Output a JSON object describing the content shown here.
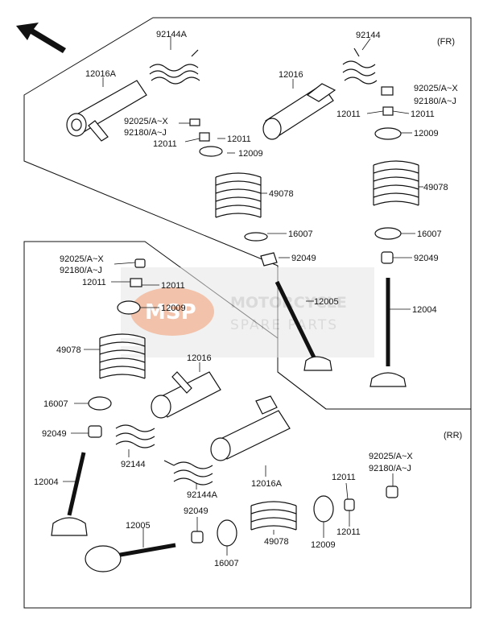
{
  "header": {
    "direction_arrow_icon": "front-direction-arrow-icon",
    "front_label": "(FR)",
    "rear_label": "(RR)"
  },
  "watermark": {
    "logo_text": "MSP",
    "line1": "MOTORCYCLE",
    "line2": "SPARE PARTS",
    "color": "#e8743b"
  },
  "labels": {
    "fr_92144A": "92144A",
    "fr_12016A": "12016A",
    "fr_92025_left": "92025/A~X",
    "fr_92180_left": "92180/A~J",
    "fr_12011_left_a": "12011",
    "fr_12011_left_b": "12011",
    "fr_12009_left": "12009",
    "fr_49078_left": "49078",
    "fr_16007_left": "16007",
    "fr_92049_left": "92049",
    "fr_12005": "12005",
    "fr_92144": "92144",
    "fr_12016": "12016",
    "fr_92025_right": "92025/A~X",
    "fr_92180_right": "92180/A~J",
    "fr_12011_right_a": "12011",
    "fr_12011_right_b": "12011",
    "fr_12009_right": "12009",
    "fr_49078_right": "49078",
    "fr_16007_right": "16007",
    "fr_92049_right": "92049",
    "fr_12004": "12004",
    "rr_92025": "92025/A~X",
    "rr_92180": "92180/A~J",
    "rr_12011_a": "12011",
    "rr_12011_b": "12011",
    "rr_12009": "12009",
    "rr_49078": "49078",
    "rr_12016": "12016",
    "rr_16007": "16007",
    "rr_92049": "92049",
    "rr_92144": "92144",
    "rr_12004": "12004",
    "rr_92144A": "92144A",
    "rr_12016A": "12016A",
    "rr_92049_b": "92049",
    "rr_12005": "12005",
    "rr_16007_b": "16007",
    "rr_49078_b": "49078",
    "rr_12009_b": "12009",
    "rr_12011_c": "12011",
    "rr_12011_d": "12011",
    "rr_92025_b": "92025/A~X",
    "rr_92180_b": "92180/A~J"
  }
}
